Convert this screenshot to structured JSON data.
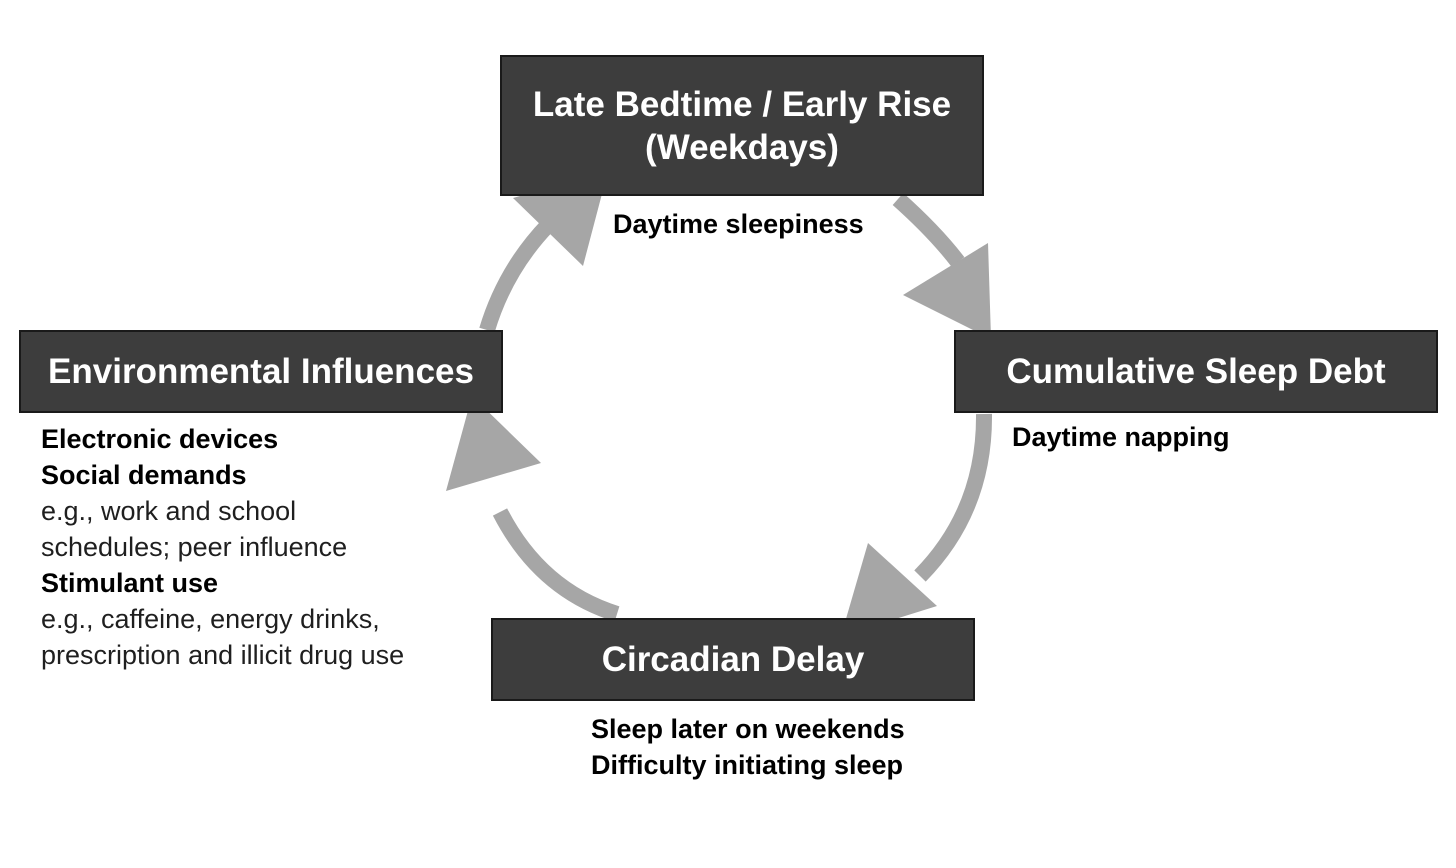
{
  "colors": {
    "box_fill": "#3d3d3d",
    "box_text": "#ffffff",
    "arrow": "#a6a6a6",
    "annotation_text": "#000000"
  },
  "boxes": {
    "top": {
      "line1": "Late Bedtime / Early Rise",
      "line2": "(Weekdays)"
    },
    "right": {
      "label": "Cumulative Sleep Debt"
    },
    "bottom": {
      "label": "Circadian Delay"
    },
    "left": {
      "label": "Environmental Influences"
    }
  },
  "annotations": {
    "top": {
      "line1": "Daytime sleepiness"
    },
    "right": {
      "line1": "Daytime napping"
    },
    "bottom": {
      "line1": "Sleep later on weekends",
      "line2": "Difficulty initiating sleep"
    },
    "left": {
      "heading1": "Electronic devices",
      "heading2": "Social demands",
      "detail2a": "e.g., work and school",
      "detail2b": "schedules; peer influence",
      "heading3": "Stimulant use",
      "detail3a": "e.g., caffeine, energy drinks,",
      "detail3b": "prescription and illicit drug use"
    }
  },
  "arrows": [
    {
      "name": "arrow-top-to-right",
      "from": "Late Bedtime / Early Rise (Weekdays)",
      "to": "Cumulative Sleep Debt"
    },
    {
      "name": "arrow-right-to-bottom",
      "from": "Cumulative Sleep Debt",
      "to": "Circadian Delay"
    },
    {
      "name": "arrow-bottom-to-left",
      "from": "Circadian Delay",
      "to": "Environmental Influences"
    },
    {
      "name": "arrow-left-to-top",
      "from": "Environmental Influences",
      "to": "Late Bedtime / Early Rise (Weekdays)"
    }
  ]
}
